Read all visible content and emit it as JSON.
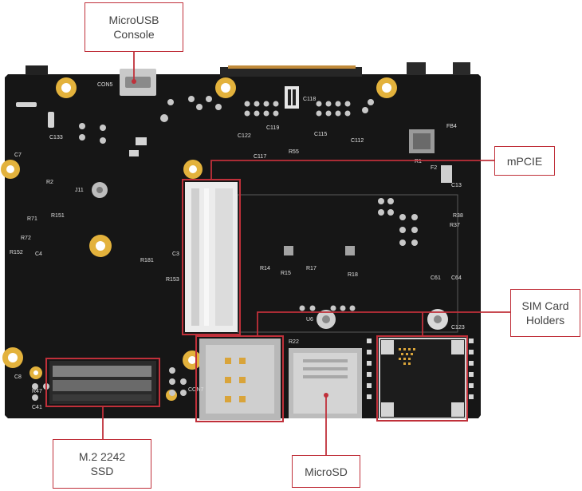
{
  "colors": {
    "board": "#161616",
    "board_edge": "#0c0c0c",
    "mount_gold": "#e3b23c",
    "accent_red": "#c0303a",
    "callout_text": "#444444",
    "connector_white": "#ececec",
    "metal": "#bdbdbd"
  },
  "callouts": {
    "microusb": {
      "line1": "MicroUSB",
      "line2": "Console"
    },
    "mpcie": {
      "line1": "mPCIE"
    },
    "sim": {
      "line1": "SIM Card",
      "line2": "Holders"
    },
    "m2": {
      "line1": "M.2 2242",
      "line2": "SSD"
    },
    "microsd": {
      "line1": "MicroSD"
    }
  },
  "silkscreen": {
    "con5": "CON5",
    "c118": "C118",
    "c122": "C122",
    "c119": "C119",
    "c117": "C117",
    "r55": "R55",
    "c115": "C115",
    "c112": "C112",
    "c133": "C133",
    "c7": "C7",
    "r2": "R2",
    "r71": "R71",
    "r151": "R151",
    "r72": "R72",
    "r152": "R152",
    "c4": "C4",
    "j11": "J11",
    "r181": "R181",
    "c3": "C3",
    "r153": "R153",
    "r14": "R14",
    "r15": "R15",
    "r17": "R17",
    "r18": "R18",
    "u6": "U6",
    "r22": "R22",
    "con7": "CON7",
    "c8": "C8",
    "r47": "R47",
    "c41": "C41",
    "fb4": "FB4",
    "f2": "F2",
    "r37": "R37",
    "r38": "R38",
    "c61": "C61",
    "c64": "C64",
    "c123": "C123",
    "c13": "C13",
    "r1": "R1"
  },
  "icons": [
    "mounting-hole-icon"
  ]
}
